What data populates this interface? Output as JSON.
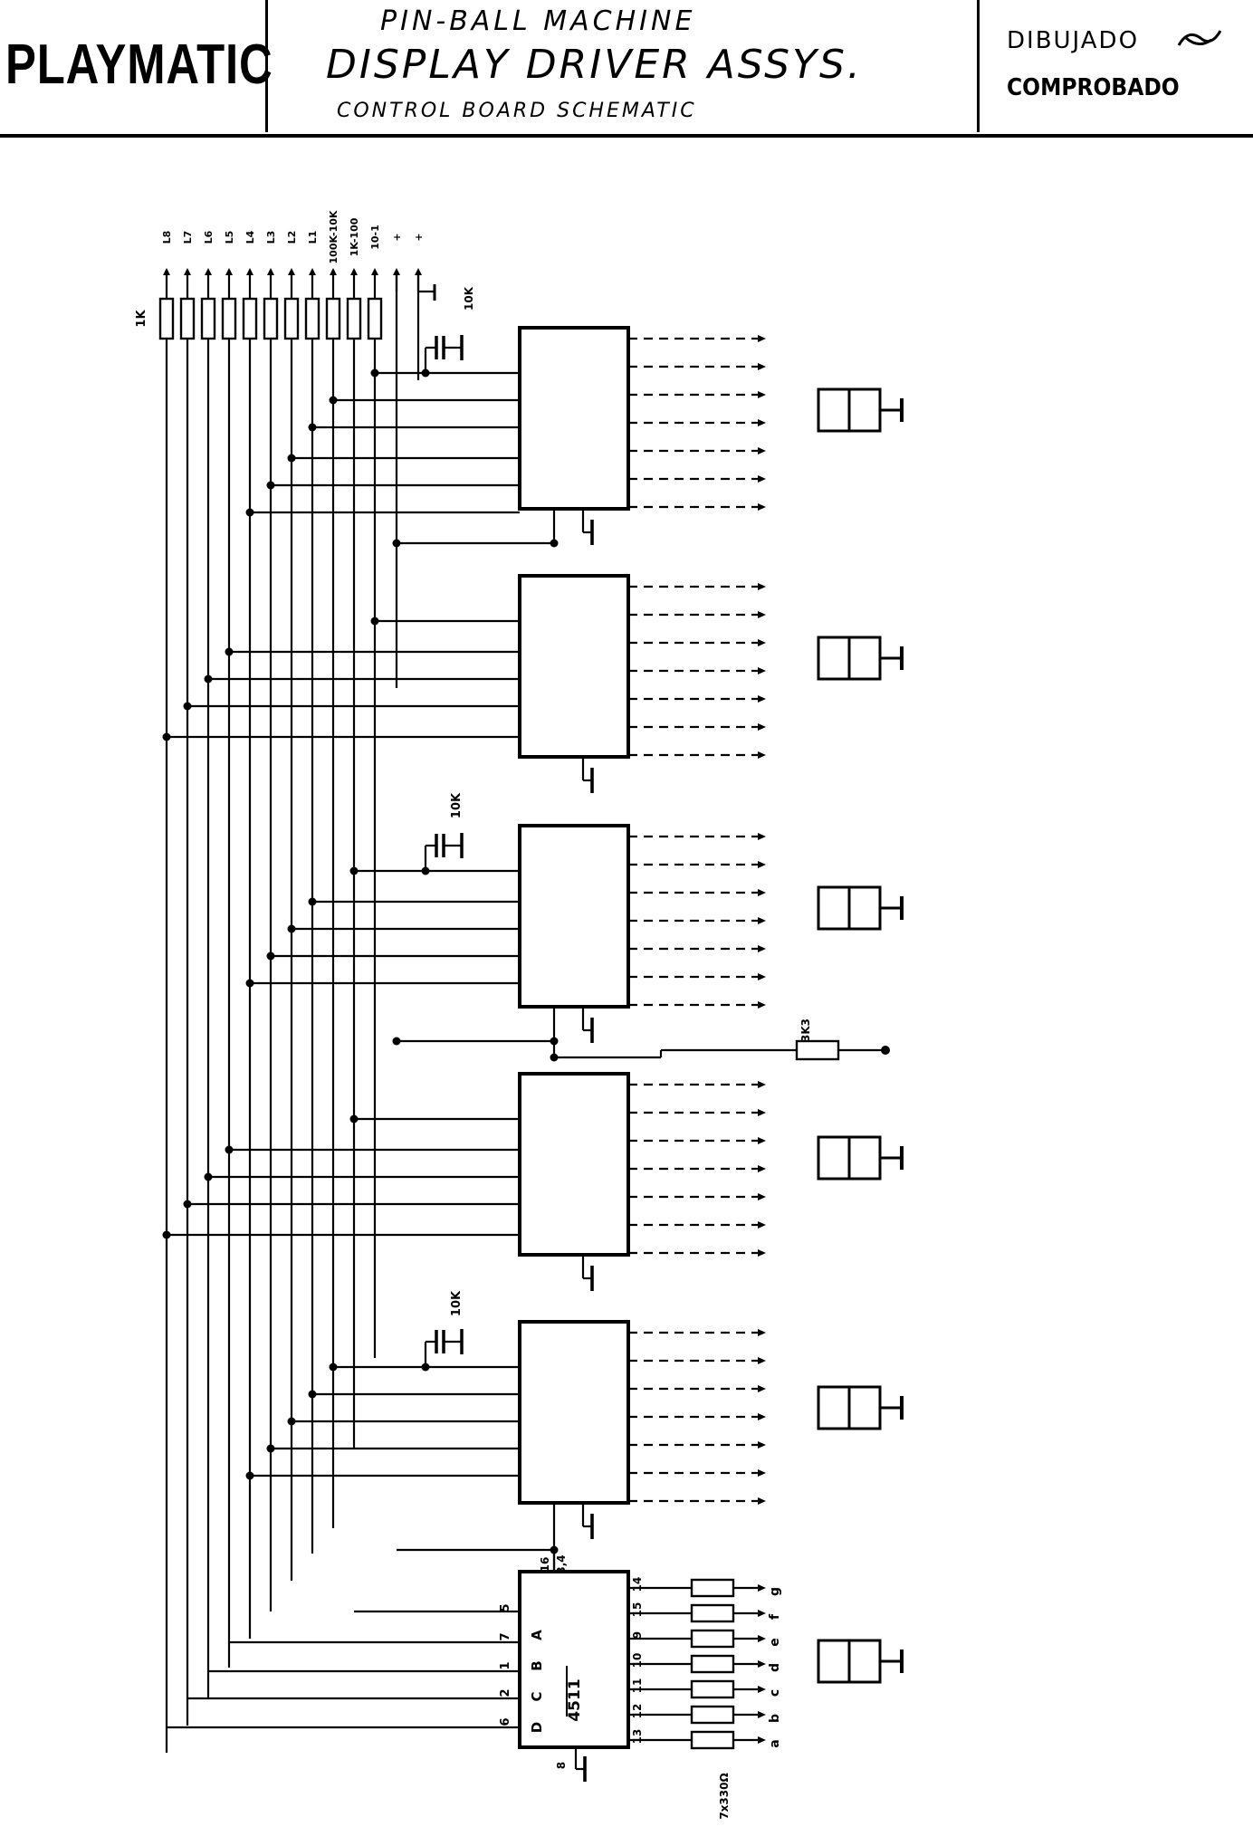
{
  "title_block": {
    "company": "PLAYMATIC",
    "title_line_1": "PIN-BALL MACHINE",
    "title_line_2": "DISPLAY DRIVER ASSYS.",
    "title_line_3": "CONTROL BOARD SCHEMATIC",
    "drawn_label": "DIBUJADO",
    "checked_label": "COMPROBADO"
  },
  "schematic": {
    "bus_labels": [
      "L8",
      "L7",
      "L6",
      "L5",
      "L4",
      "L3",
      "L2",
      "L1",
      "100K-10K",
      "1K-100",
      "10-1",
      "+",
      "+"
    ],
    "bus_resistor_label": "1K",
    "capacitor_label": "10K",
    "pullup_resistor_label": "3K3",
    "ic_type": "4511",
    "ic_input_labels": [
      "D",
      "C",
      "B",
      "A"
    ],
    "ic_input_pins": [
      "6",
      "2",
      "1",
      "7"
    ],
    "ic_other_pins": [
      "5",
      "16",
      "3,4",
      "8"
    ],
    "ic_output_pins": [
      "14",
      "15",
      "9",
      "10",
      "11",
      "12",
      "13"
    ],
    "segment_labels": [
      "g",
      "f",
      "e",
      "d",
      "c",
      "b",
      "a"
    ],
    "segment_resistor_label": "7x330Ω"
  }
}
